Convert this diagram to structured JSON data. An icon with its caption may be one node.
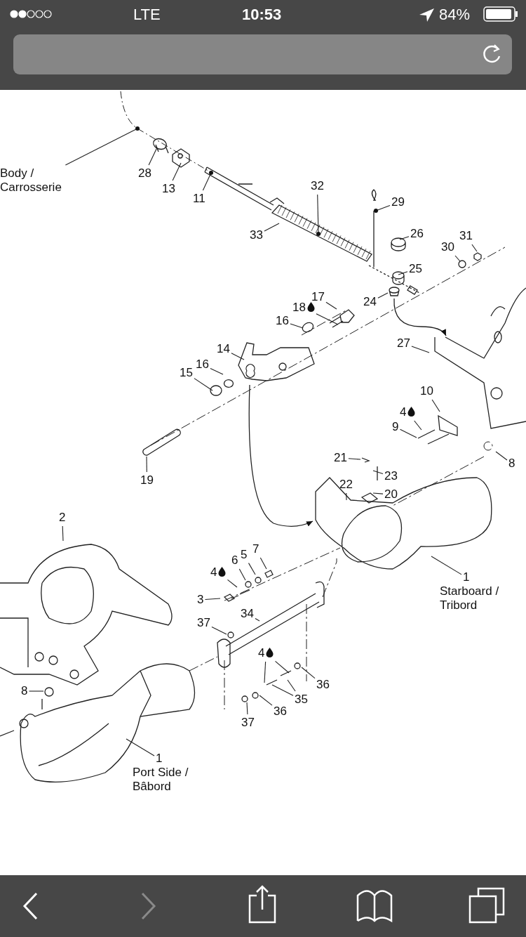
{
  "diagram": {
    "nodes": [
      {
        "text": [
          "Body / Carrosserie"
        ]
      },
      {
        "text": [
          "28"
        ]
      },
      {
        "text": [
          "13"
        ]
      },
      {
        "text": [
          "11"
        ]
      },
      {
        "text": [
          "32"
        ]
      },
      {
        "text": [
          "29"
        ]
      },
      {
        "text": [
          "26"
        ]
      },
      {
        "text": [
          "31"
        ]
      },
      {
        "text": [
          "30"
        ]
      },
      {
        "text": [
          "33"
        ]
      },
      {
        "text": [
          "25"
        ]
      },
      {
        "text": [
          "17"
        ]
      },
      {
        "text": [
          "18"
        ]
      },
      {
        "text": [
          "24"
        ]
      },
      {
        "text": [
          "16"
        ]
      },
      {
        "text": [
          "14"
        ]
      },
      {
        "text": [
          "27"
        ]
      },
      {
        "text": [
          "16"
        ]
      },
      {
        "text": [
          "15"
        ]
      },
      {
        "text": [
          "10"
        ]
      },
      {
        "text": [
          "4"
        ]
      },
      {
        "text": [
          "9"
        ]
      },
      {
        "text": [
          "19"
        ]
      },
      {
        "text": [
          "8"
        ]
      },
      {
        "text": [
          "21"
        ]
      },
      {
        "text": [
          "23"
        ]
      },
      {
        "text": [
          "22"
        ]
      },
      {
        "text": [
          "20"
        ]
      },
      {
        "text": [
          "2"
        ]
      },
      {
        "text": [
          "4"
        ]
      },
      {
        "text": [
          "6"
        ]
      },
      {
        "text": [
          "5"
        ]
      },
      {
        "text": [
          "7"
        ]
      },
      {
        "text": [
          "1",
          "Starboard / Tribord"
        ]
      },
      {
        "text": [
          "3"
        ]
      },
      {
        "text": [
          "34"
        ]
      },
      {
        "text": [
          "37"
        ]
      },
      {
        "text": [
          "4"
        ]
      },
      {
        "text": [
          "36"
        ]
      },
      {
        "text": [
          "8"
        ]
      },
      {
        "text": [
          "35"
        ]
      },
      {
        "text": [
          "36"
        ]
      },
      {
        "text": [
          "37"
        ]
      },
      {
        "text": [
          "1",
          "Port Side / Bâbord"
        ]
      }
    ],
    "edges": [
      {
        "from": 0,
        "to": null,
        "arrow": "other"
      },
      {
        "from": 1,
        "to": null,
        "arrow": "none"
      },
      {
        "from": 2,
        "to": null,
        "arrow": "none"
      },
      {
        "from": 3,
        "to": null,
        "arrow": "other"
      },
      {
        "from": 4,
        "to": null,
        "arrow": "other"
      },
      {
        "from": 5,
        "to": null,
        "arrow": "other"
      },
      {
        "from": 6,
        "to": null,
        "arrow": "none"
      },
      {
        "from": 7,
        "to": null,
        "arrow": "none"
      },
      {
        "from": 8,
        "to": null,
        "arrow": "none"
      },
      {
        "from": 9,
        "to": null,
        "arrow": "none"
      },
      {
        "from": 10,
        "to": null,
        "arrow": "none"
      },
      {
        "from": 11,
        "to": null,
        "arrow": "none"
      },
      {
        "from": 12,
        "to": null,
        "arrow": "none"
      },
      {
        "from": 13,
        "to": null,
        "arrow": "none"
      },
      {
        "from": 14,
        "to": null,
        "arrow": "none"
      },
      {
        "from": 15,
        "to": null,
        "arrow": "none"
      },
      {
        "from": 16,
        "to": null,
        "arrow": "none"
      },
      {
        "from": 17,
        "to": null,
        "arrow": "none"
      },
      {
        "from": 18,
        "to": null,
        "arrow": "none"
      },
      {
        "from": 19,
        "to": null,
        "arrow": "none"
      },
      {
        "from": 20,
        "to": null,
        "arrow": "none"
      },
      {
        "from": 21,
        "to": null,
        "arrow": "none"
      },
      {
        "from": 22,
        "to": null,
        "arrow": "none"
      },
      {
        "from": 23,
        "to": null,
        "arrow": "none"
      },
      {
        "from": 24,
        "to": null,
        "arrow": "none"
      },
      {
        "from": 25,
        "to": null,
        "arrow": "none"
      },
      {
        "from": 26,
        "to": null,
        "arrow": "none"
      },
      {
        "from": 27,
        "to": null,
        "arrow": "none"
      },
      {
        "from": 28,
        "to": null,
        "arrow": "none"
      },
      {
        "from": 29,
        "to": null,
        "arrow": "none"
      },
      {
        "from": 30,
        "to": null,
        "arrow": "none"
      },
      {
        "from": 31,
        "to": null,
        "arrow": "none"
      },
      {
        "from": 32,
        "to": null,
        "arrow": "none"
      },
      {
        "from": 33,
        "to": null,
        "arrow": "none"
      },
      {
        "from": 34,
        "to": null,
        "arrow": "none"
      },
      {
        "from": 35,
        "to": null,
        "arrow": "none"
      },
      {
        "from": 36,
        "to": null,
        "arrow": "none"
      },
      {
        "from": 37,
        "to": null,
        "arrow": "none"
      },
      {
        "from": 37,
        "to": null,
        "arrow": "none"
      },
      {
        "from": 38,
        "to": null,
        "arrow": "none"
      },
      {
        "from": 39,
        "to": null,
        "arrow": "none"
      },
      {
        "from": 40,
        "to": null,
        "arrow": "none"
      },
      {
        "from": 40,
        "to": null,
        "arrow": "none"
      },
      {
        "from": 41,
        "to": null,
        "arrow": "none"
      },
      {
        "from": 42,
        "to": null,
        "arrow": "none"
      },
      {
        "from": 43,
        "to": null,
        "arrow": "none"
      }
    ],
    "labels": [
      "LTE",
      "10:53",
      "84%"
    ]
  }
}
